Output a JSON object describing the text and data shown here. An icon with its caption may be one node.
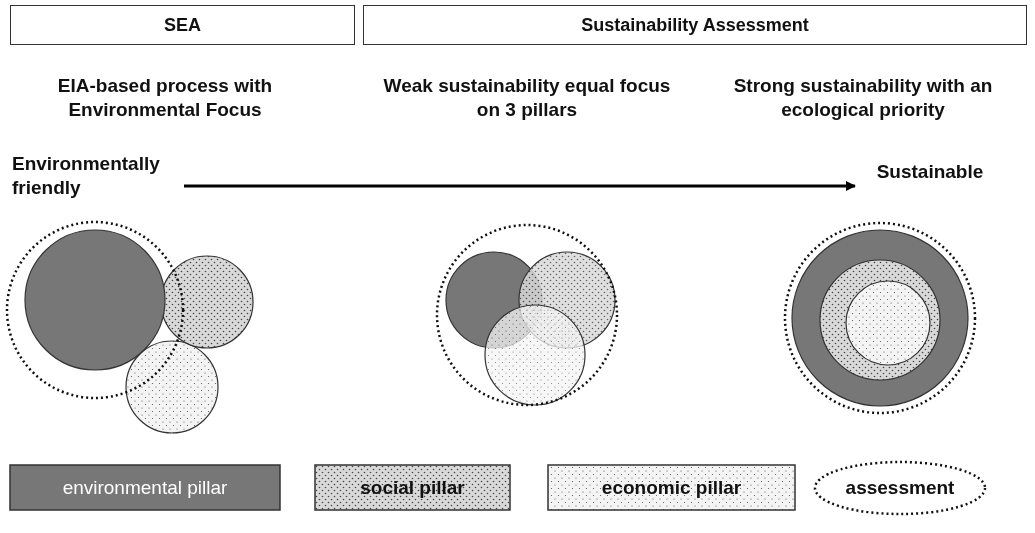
{
  "diagram": {
    "nodes": [
      {
        "text": [
          "SEA"
        ]
      },
      {
        "text": [
          "Sustainability Assessment"
        ]
      },
      {
        "text": [
          "Environmentally friendly"
        ]
      },
      {
        "text": [
          "Sustainable"
        ]
      }
    ],
    "edges": [
      {
        "from": 2,
        "to": 3,
        "arrow": "to"
      }
    ],
    "labels": [
      "EIA-based process with Environmental Focus",
      "Weak sustainability equal focus on 3 pillars",
      "Strong sustainability with an ecological priority"
    ],
    "legend": [
      {
        "text": "environmental pillar",
        "color": "#777777"
      },
      {
        "text": "social pillar",
        "color": "#d9d9d9"
      },
      {
        "text": "economic pillar",
        "color": "#f4f4f4"
      },
      {
        "text": "assessment"
      }
    ]
  }
}
